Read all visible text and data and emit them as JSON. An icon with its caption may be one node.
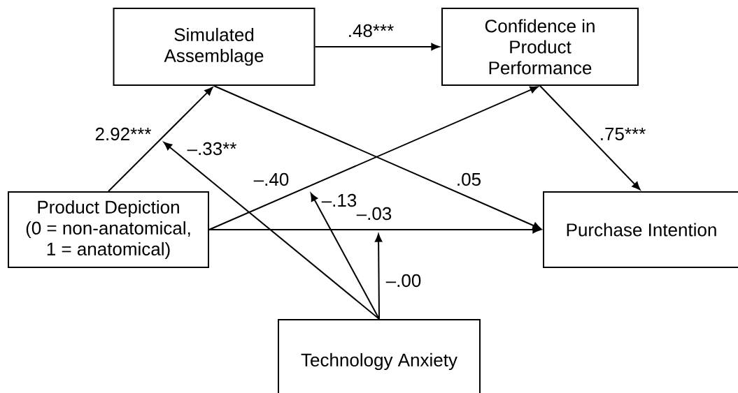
{
  "diagram": {
    "nodes": [
      {
        "text": [
          "Simulated Assemblage"
        ]
      },
      {
        "text": [
          "Confidence in Product Performance"
        ]
      },
      {
        "text": [
          "Product Depiction",
          "(0 = non-anatomical, 1 = anatomical)"
        ]
      },
      {
        "text": [
          "Purchase Intention"
        ]
      },
      {
        "text": [
          "Technology Anxiety"
        ]
      }
    ],
    "edges": [
      {
        "from": 0,
        "to": 1,
        "arrow": "to",
        "label": ".48***"
      },
      {
        "from": 2,
        "to": 0,
        "arrow": "to",
        "label": "2.92***"
      },
      {
        "from": 2,
        "to": 1,
        "arrow": "to",
        "label": "–.40"
      },
      {
        "from": 2,
        "to": 3,
        "arrow": "to",
        "label": "–.03"
      },
      {
        "from": 0,
        "to": 3,
        "arrow": "to",
        "label": ".05"
      },
      {
        "from": 1,
        "to": 3,
        "arrow": "to",
        "label": ".75***"
      },
      {
        "from": 4,
        "to": null,
        "arrow": "to",
        "label": "–.33**"
      },
      {
        "from": 4,
        "to": null,
        "arrow": "to",
        "label": "–.13"
      },
      {
        "from": 4,
        "to": null,
        "arrow": "to",
        "label": "–.00"
      }
    ]
  }
}
